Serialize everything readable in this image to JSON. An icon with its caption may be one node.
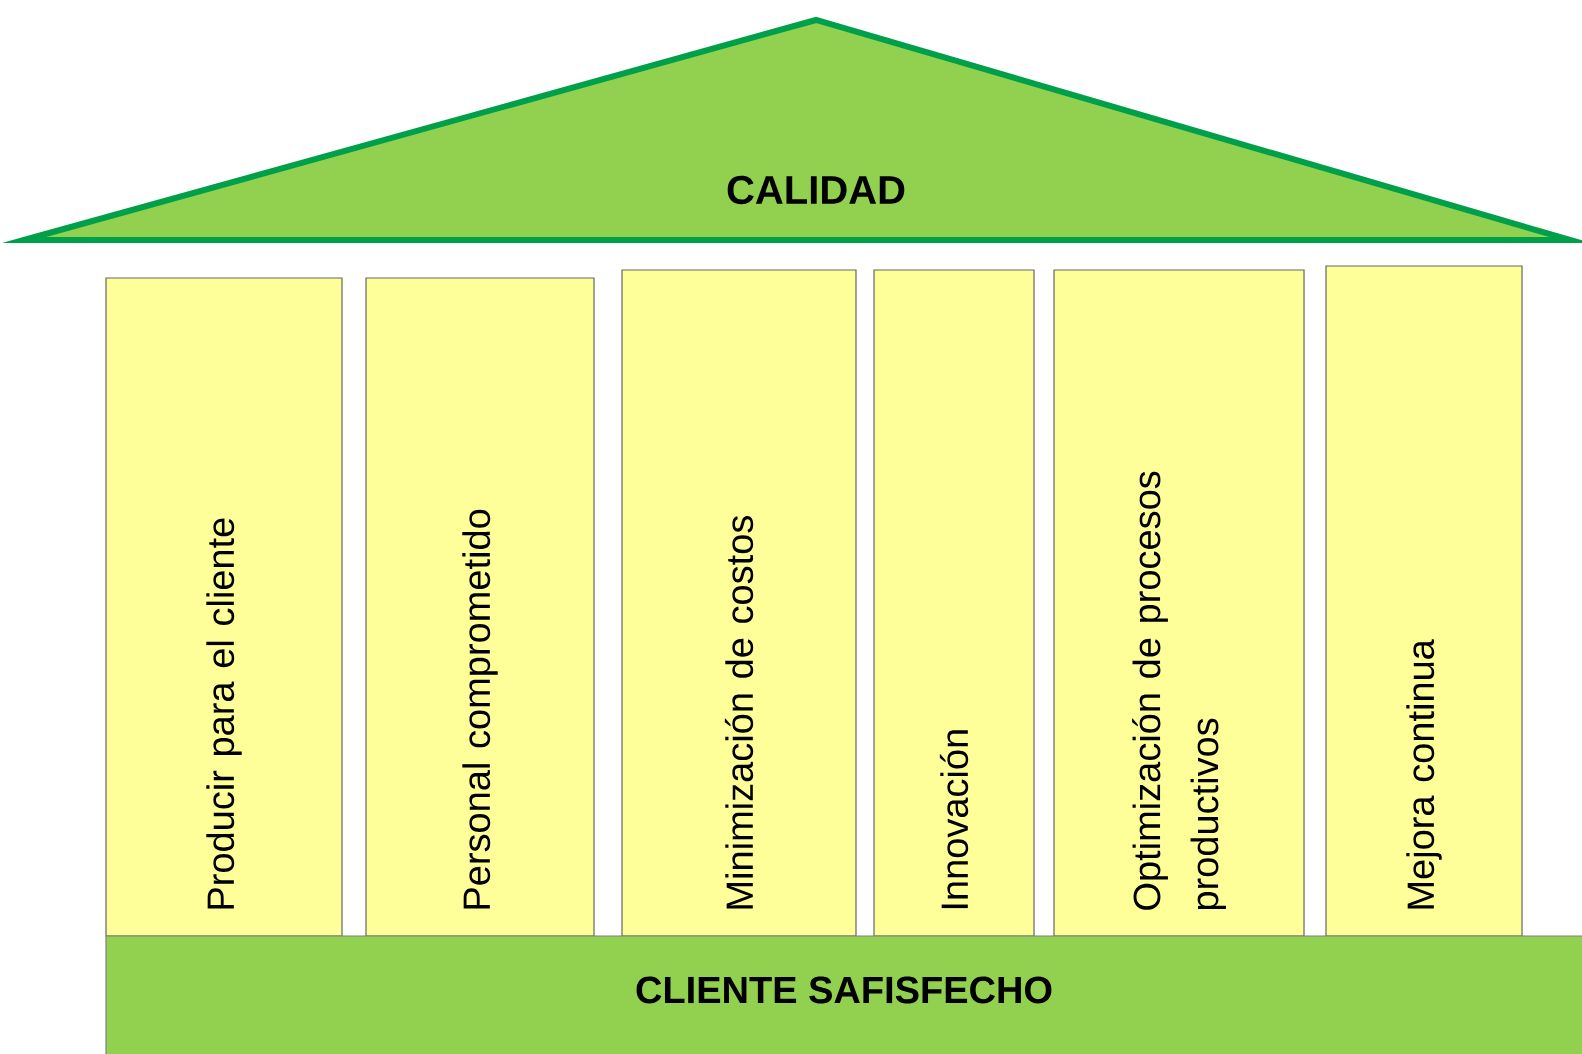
{
  "diagram": {
    "nodes": [
      {
        "text": [
          "CALIDAD"
        ]
      },
      {
        "text": [
          "Producir para el cliente"
        ]
      },
      {
        "text": [
          "Personal comprometido"
        ]
      },
      {
        "text": [
          "Minimización de costos"
        ]
      },
      {
        "text": [
          "Innovación"
        ]
      },
      {
        "text": [
          "Optimización de procesos productivos"
        ]
      },
      {
        "text": [
          "Mejora continua"
        ]
      },
      {
        "text": [
          "CLIENTE SAFISFECHO"
        ]
      }
    ]
  }
}
